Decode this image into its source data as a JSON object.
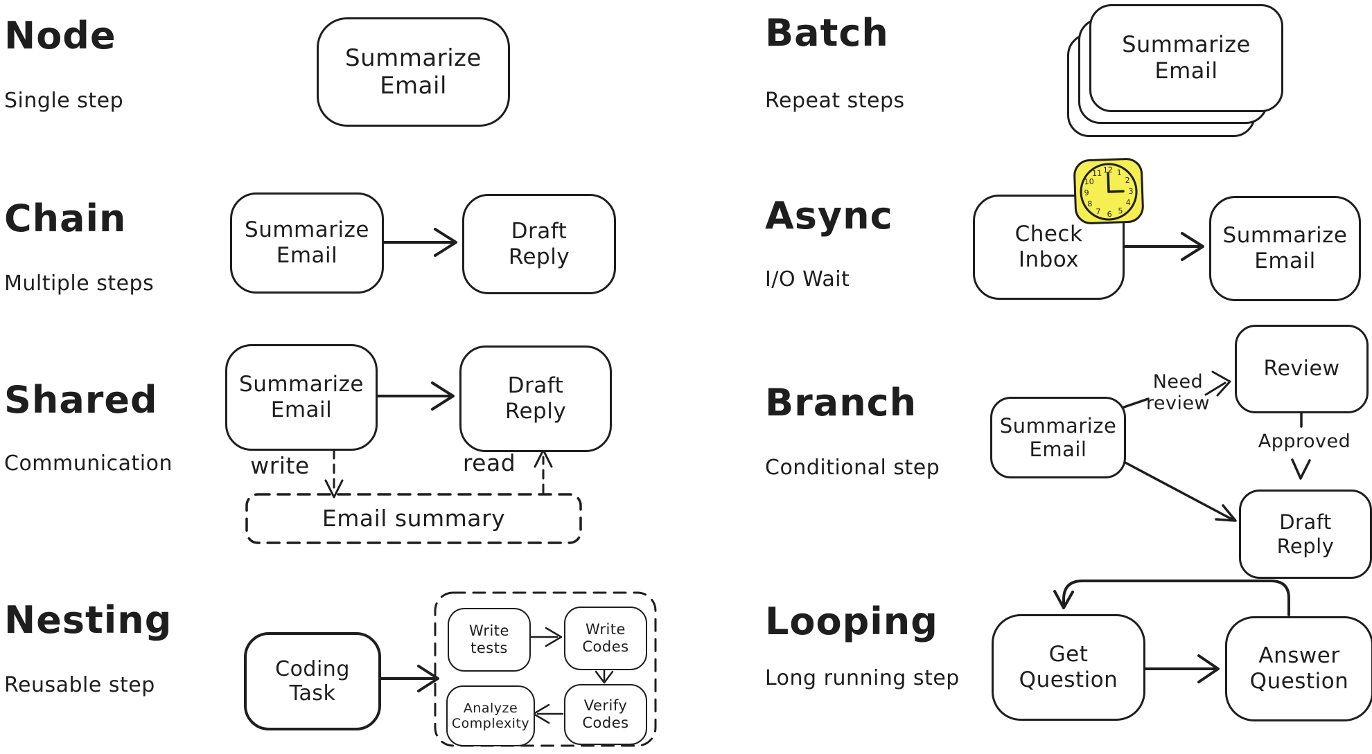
{
  "colors": {
    "ink": "#1e1e1e",
    "clock_yellow": "#f6ef52"
  },
  "sections": {
    "node": {
      "title": "Node",
      "subtitle": "Single step",
      "box": {
        "l1": "Summarize",
        "l2": "Email"
      }
    },
    "chain": {
      "title": "Chain",
      "subtitle": "Multiple steps",
      "box1": {
        "l1": "Summarize",
        "l2": "Email"
      },
      "box2": {
        "l1": "Draft",
        "l2": "Reply"
      }
    },
    "shared": {
      "title": "Shared",
      "subtitle": "Communication",
      "box1": {
        "l1": "Summarize",
        "l2": "Email"
      },
      "box2": {
        "l1": "Draft",
        "l2": "Reply"
      },
      "write_label": "write",
      "read_label": "read",
      "store_label": "Email summary"
    },
    "nesting": {
      "title": "Nesting",
      "subtitle": "Reusable step",
      "box": {
        "l1": "Coding",
        "l2": "Task"
      },
      "inner1": {
        "l1": "Write",
        "l2": "tests"
      },
      "inner2": {
        "l1": "Write",
        "l2": "Codes"
      },
      "inner3": {
        "l1": "Verify",
        "l2": "Codes"
      },
      "inner4": {
        "l1": "Analyze",
        "l2": "Complexity"
      }
    },
    "batch": {
      "title": "Batch",
      "subtitle": "Repeat steps",
      "card": {
        "l1": "Summarize",
        "l2": "Email"
      }
    },
    "async": {
      "title": "Async",
      "subtitle": "I/O Wait",
      "box1": {
        "l1": "Check",
        "l2": "Inbox"
      },
      "box2": {
        "l1": "Summarize",
        "l2": "Email"
      },
      "clock_numbers": [
        "12",
        "1",
        "2",
        "3",
        "4",
        "5",
        "6",
        "7",
        "8",
        "9",
        "10",
        "11"
      ]
    },
    "branch": {
      "title": "Branch",
      "subtitle": "Conditional step",
      "box1": {
        "l1": "Summarize",
        "l2": "Email"
      },
      "review_label": "Review",
      "draft": {
        "l1": "Draft",
        "l2": "Reply"
      },
      "need_label": {
        "l1": "Need",
        "l2": "review"
      },
      "approved_label": "Approved"
    },
    "looping": {
      "title": "Looping",
      "subtitle": "Long running step",
      "box1": {
        "l1": "Get",
        "l2": "Question"
      },
      "box2": {
        "l1": "Answer",
        "l2": "Question"
      }
    }
  }
}
